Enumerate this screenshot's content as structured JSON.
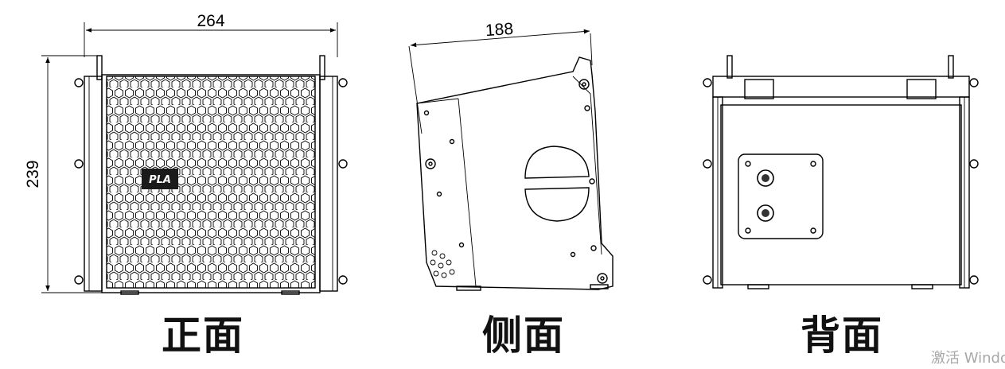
{
  "dimensions": {
    "front_width": "264",
    "front_height": "239",
    "side_depth": "188"
  },
  "labels": {
    "front": "正面",
    "side": "侧面",
    "back": "背面"
  },
  "logo": "PLA",
  "watermark": "激活 Windov"
}
